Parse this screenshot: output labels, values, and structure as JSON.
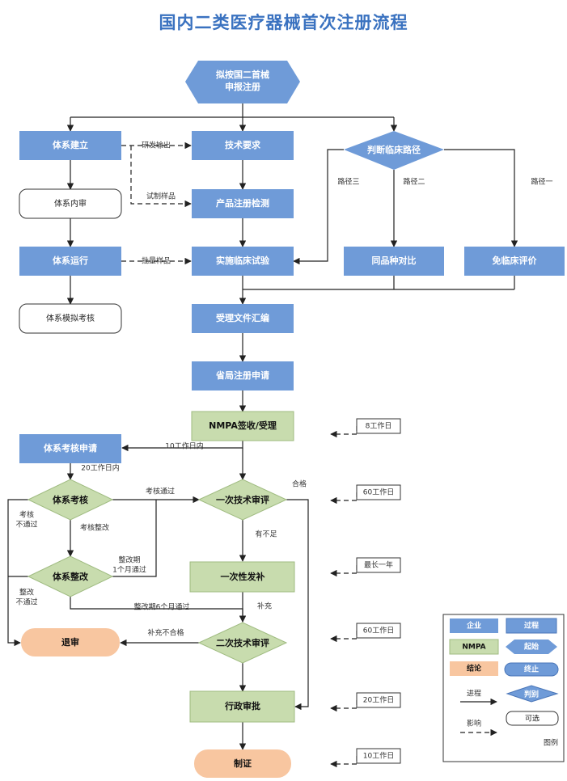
{
  "title": "国内二类医疗器械首次注册流程",
  "nodes": {
    "start": [
      "拟按国二首械",
      "申报注册"
    ],
    "system_build": "体系建立",
    "tech_req": "技术要求",
    "judge_path": "判断临床路径",
    "internal_audit": "体系内审",
    "product_test": "产品注册检测",
    "system_run": "体系运行",
    "clinical_trial": "实施临床试验",
    "same_compare": "同品种对比",
    "exempt_eval": "免临床评价",
    "system_sim": "体系模拟考核",
    "doc_compile": "受理文件汇编",
    "province_apply": "省局注册申请",
    "nmpa_accept": "NMPA签收/受理",
    "system_check_apply": "体系考核申请",
    "system_check": "体系考核",
    "first_review": "一次技术审评",
    "system_fix": "体系整改",
    "supplement": "一次性发补",
    "withdraw": "退审",
    "second_review": "二次技术审评",
    "admin_approve": "行政审批",
    "issue_cert": "制证"
  },
  "labels": {
    "rd_output": "研发输出",
    "trial_sample": "试制样品",
    "batch_sample": "批量样品",
    "path3": "路径三",
    "path2": "路径二",
    "path1": "路径一",
    "within10": "10工作日内",
    "within20": "20工作日内",
    "check_pass": "考核通过",
    "check_fail": [
      "考核",
      "不通过"
    ],
    "check_fix": "考核整改",
    "fix1m": [
      "整改期",
      "1个月通过"
    ],
    "fix_fail": [
      "整改",
      "不通过"
    ],
    "fix6m": "整改期6个月通过",
    "qualified": "合格",
    "insufficient": "有不足",
    "supplement_lbl": "补充",
    "supp_fail": "补充不合格"
  },
  "timelines": [
    "8工作日",
    "60工作日",
    "最长一年",
    "60工作日",
    "20工作日",
    "10工作日"
  ],
  "legend": {
    "enterprise": "企业",
    "process": "过程",
    "nmpa": "NMPA",
    "start": "起始",
    "conclusion": "结论",
    "end": "终止",
    "progress": "进程",
    "judge": "判别",
    "influence": "影响",
    "optional": "可选",
    "caption": "图例"
  },
  "colors": {
    "title": "#3a72c0",
    "enterprise_blue": "#6f9bd8",
    "nmpa_green": "#c8dcae",
    "conclusion_orange": "#f8c6a0"
  }
}
